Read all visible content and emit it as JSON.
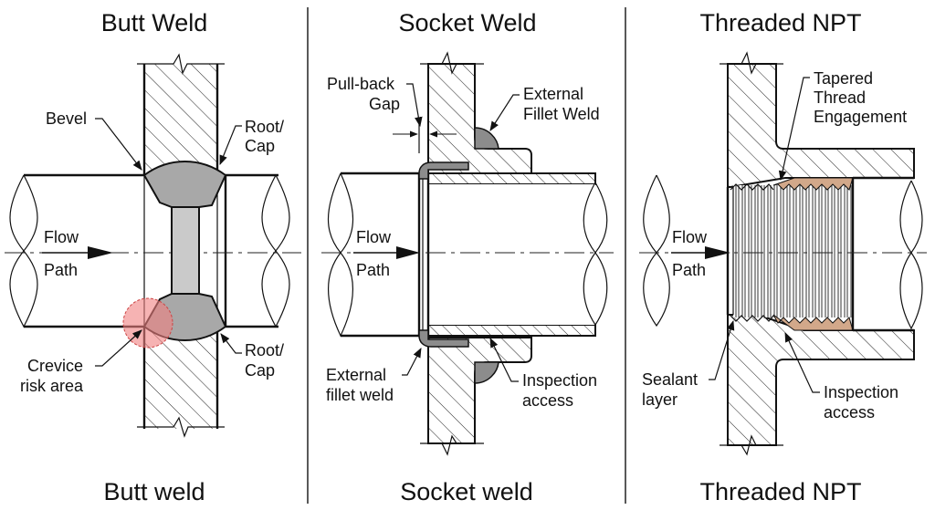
{
  "figure": {
    "panels": [
      {
        "title": "Butt Weld",
        "caption": "Butt weld",
        "flow_label_1": "Flow",
        "flow_label_2": "Path",
        "callouts": {
          "bevel": "Bevel",
          "root_cap_top_1": "Root/",
          "root_cap_top_2": "Cap",
          "root_cap_bottom_1": "Root/",
          "root_cap_bottom_2": "Cap",
          "crevice_1": "Crevice",
          "crevice_2": "risk area"
        }
      },
      {
        "title": "Socket Weld",
        "caption": "Socket weld",
        "flow_label_1": "Flow",
        "flow_label_2": "Path",
        "callouts": {
          "pullback_1": "Pull-back",
          "pullback_2": "Gap",
          "ext_fillet_top_1": "External",
          "ext_fillet_top_2": "Fillet Weld",
          "ext_fillet_bottom_1": "External",
          "ext_fillet_bottom_2": "fillet weld",
          "inspection_1": "Inspection",
          "inspection_2": "access"
        }
      },
      {
        "title": "Threaded NPT",
        "caption": "Threaded NPT",
        "flow_label_1": "Flow",
        "flow_label_2": "Path",
        "callouts": {
          "tapered_1": "Tapered",
          "tapered_2": "Thread",
          "tapered_3": "Engagement",
          "sealant_1": "Sealant",
          "sealant_2": "layer",
          "inspection_1": "Inspection",
          "inspection_2": "access"
        }
      }
    ],
    "colors": {
      "weld_dark": "#9a9a9a",
      "weld_light": "#c8c8c8",
      "fillet": "#8c8c8c",
      "crevice": "#f08080",
      "sealant": "#d2a88a"
    }
  }
}
